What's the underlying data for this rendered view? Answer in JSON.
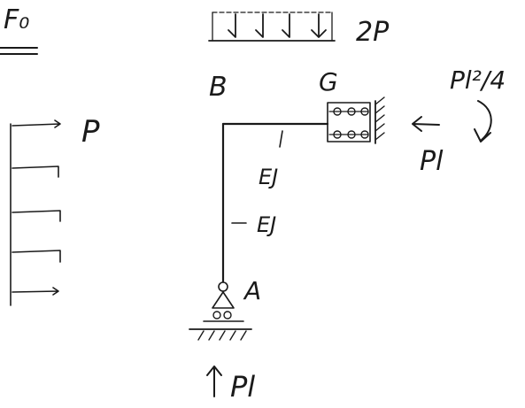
{
  "labels": {
    "title": "F₀",
    "load_left": "P",
    "load_top": "2P",
    "node_b": "B",
    "node_g": "G",
    "node_a": "A",
    "moment_g": "Pl²/4",
    "force_g": "Pl",
    "force_a": "Pl",
    "stiffness_beam": "EJ",
    "stiffness_column": "EJ"
  }
}
